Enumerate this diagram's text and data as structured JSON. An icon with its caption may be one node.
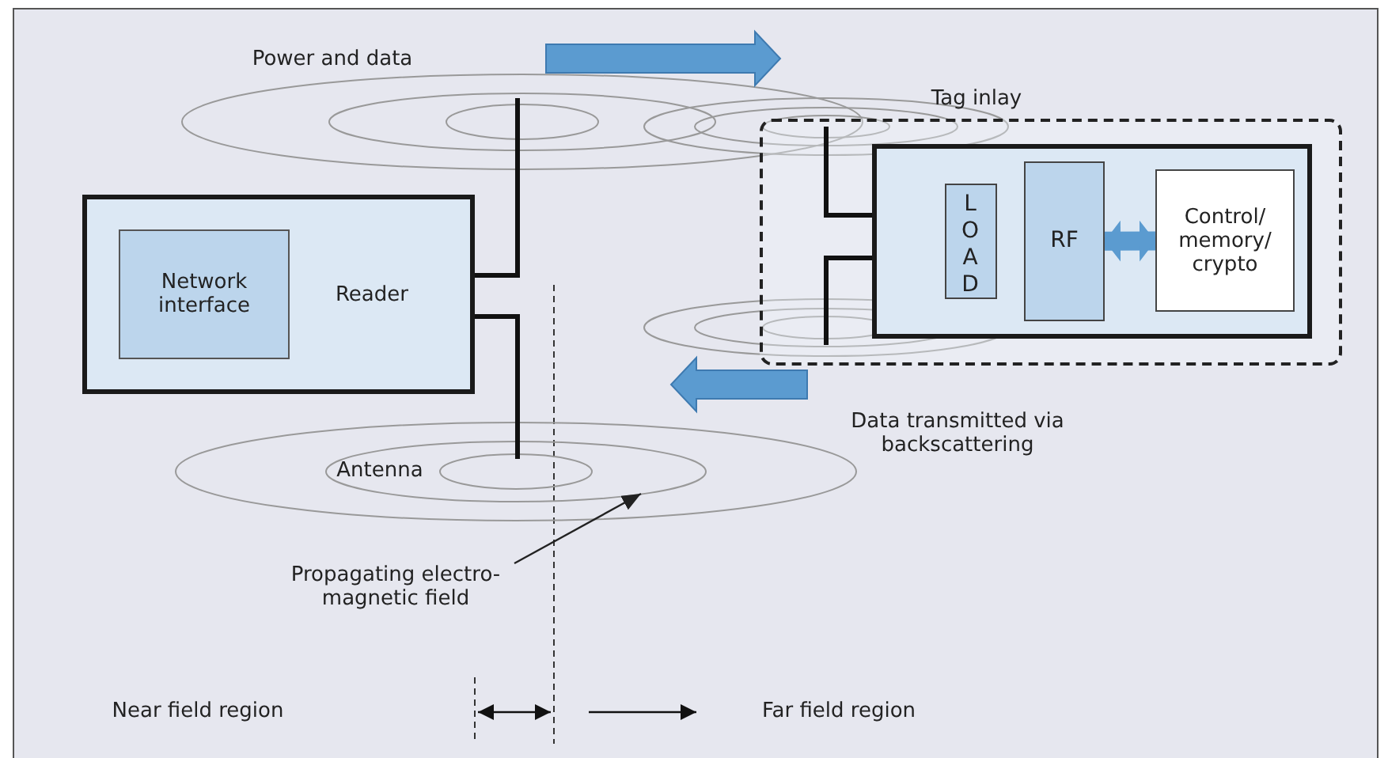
{
  "diagram": {
    "nodes": [
      {
        "text": [
          "Reader"
        ]
      },
      {
        "text": [
          "Network interface"
        ],
        "in": 0
      },
      {
        "text": [
          "Tag inlay"
        ]
      },
      {
        "text": [],
        "shape": "box",
        "in": 2
      },
      {
        "text": [
          "LOAD"
        ],
        "in": 3
      },
      {
        "text": [
          "RF"
        ],
        "in": 3
      },
      {
        "text": [
          "Control/ memory/ crypto"
        ],
        "in": 3
      },
      {
        "text": [
          "Propagating electro- magnetic field"
        ]
      },
      {
        "text": [],
        "shape": "ellipse"
      }
    ],
    "edges": [
      {
        "from": 5,
        "to": 6,
        "arrow": "both",
        "style": "thick",
        "color": "#5b9bd0"
      },
      {
        "from": 7,
        "to": 8,
        "arrow": "to",
        "color": "#222222"
      }
    ],
    "labels": [
      "Power and data",
      "Antenna",
      "Data transmitted via backscattering",
      "Near field region",
      "Far field region"
    ]
  }
}
